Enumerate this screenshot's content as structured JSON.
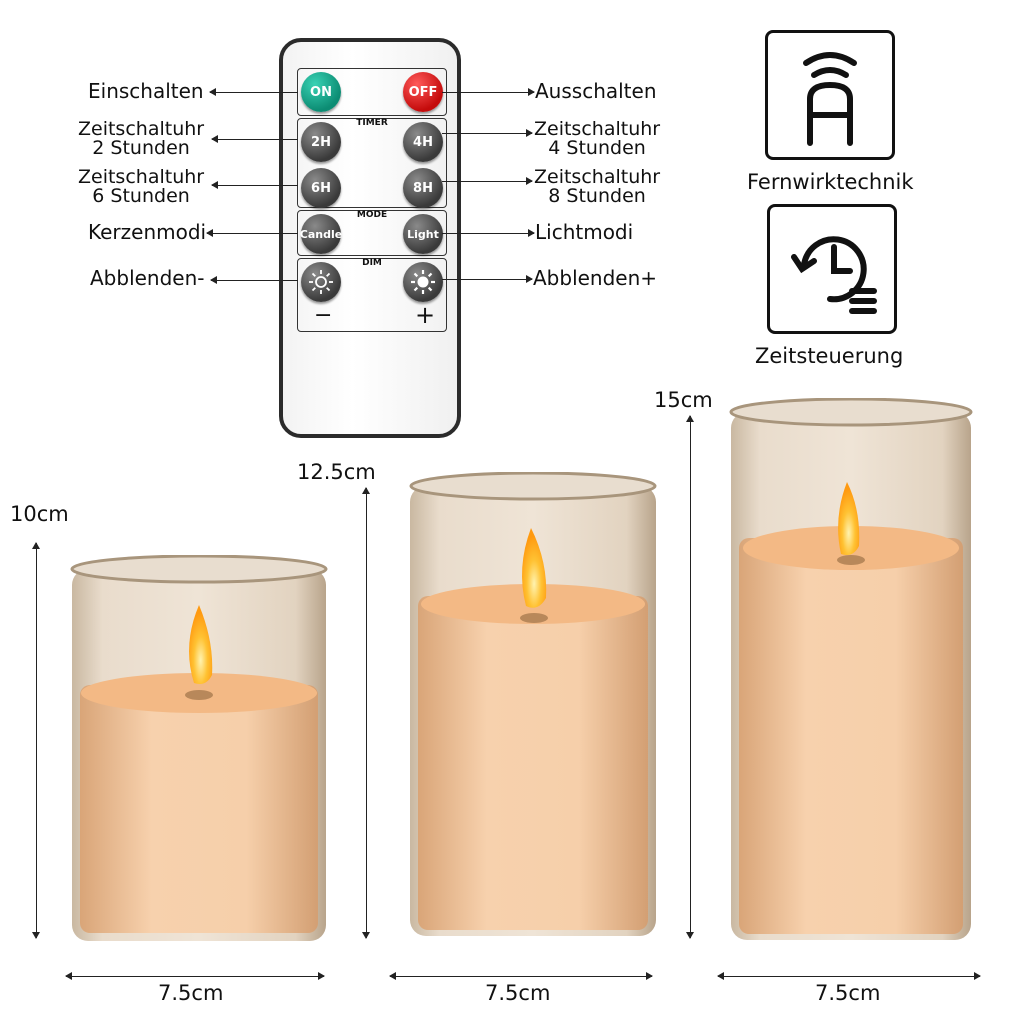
{
  "remote": {
    "on_label": "ON",
    "off_label": "OFF",
    "timer_title": "TIMER",
    "btn_2h": "2H",
    "btn_4h": "4H",
    "btn_6h": "6H",
    "btn_8h": "8H",
    "mode_title": "MODE",
    "btn_candle": "Candle",
    "btn_light": "Light",
    "dim_title": "DIM",
    "dim_minus": "−",
    "dim_plus": "+"
  },
  "callouts": {
    "einschalten": "Einschalten",
    "ausschalten": "Ausschalten",
    "timer2_l1": "Zeitschaltuhr",
    "timer2_l2": "2 Stunden",
    "timer4_l1": "Zeitschaltuhr",
    "timer4_l2": "4 Stunden",
    "timer6_l1": "Zeitschaltuhr",
    "timer6_l2": "6 Stunden",
    "timer8_l1": "Zeitschaltuhr",
    "timer8_l2": "8 Stunden",
    "kerzenmodi": "Kerzenmodi",
    "lichtmodi": "Lichtmodi",
    "abblenden_minus": "Abblenden-",
    "abblenden_plus": "Abblenden+"
  },
  "features": {
    "remote_label": "Fernwirktechnik",
    "timer_label": "Zeitsteuerung",
    "remote_icon": "remote-control-icon",
    "timer_icon": "clock-timer-icon"
  },
  "dimensions": {
    "small_height": "10cm",
    "medium_height": "12.5cm",
    "large_height": "15cm",
    "small_width": "7.5cm",
    "medium_width": "7.5cm",
    "large_width": "7.5cm"
  },
  "colors": {
    "on_button": "#0c8c73",
    "off_button": "#c40b0b",
    "wax": "#f2c79c",
    "flame": "#ffb321"
  }
}
